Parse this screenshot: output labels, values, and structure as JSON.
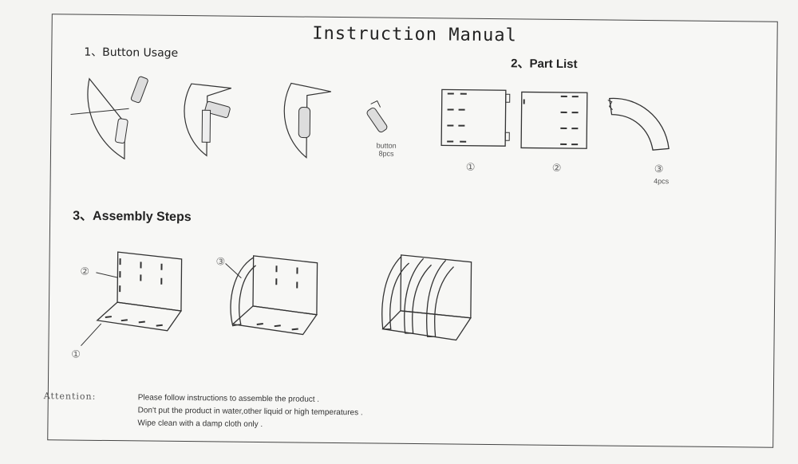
{
  "title": "Instruction Manual",
  "sections": {
    "button_usage": "1、Button Usage",
    "part_list": "2、Part List",
    "assembly_steps": "3、Assembly Steps"
  },
  "button_label": {
    "name": "button",
    "qty": "8pcs"
  },
  "parts": [
    {
      "marker": "①"
    },
    {
      "marker": "②"
    },
    {
      "marker": "③",
      "qty": "4pcs"
    }
  ],
  "assembly_markers": {
    "step1_top": "②",
    "step1_bottom": "①",
    "step2": "③"
  },
  "attention": {
    "label": "Attention:",
    "lines": [
      "Please follow instructions to assemble the product .",
      "Don't put the product in water,other liquid or high temperatures .",
      "Wipe clean with a damp cloth only ."
    ]
  }
}
